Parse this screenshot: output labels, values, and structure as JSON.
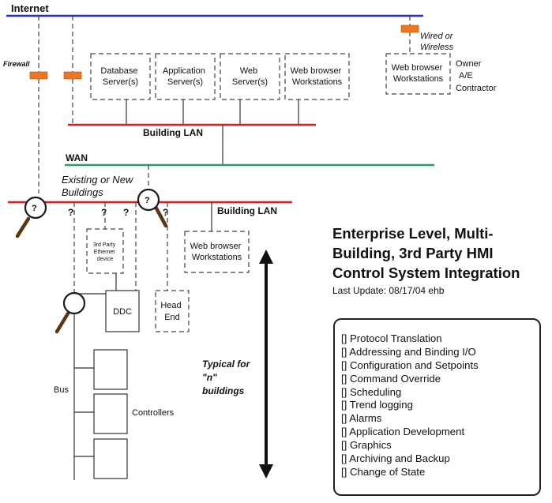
{
  "colors": {
    "internet_line": "#2a2ad6",
    "lan_line": "#e01b1b",
    "wan_line": "#2f9a6b",
    "firewall": "#ee7622"
  },
  "labels": {
    "internet": "Internet",
    "firewall": "Firewall",
    "wired_or_wireless": [
      "Wired or",
      "Wireless"
    ],
    "building_lan_top": "Building LAN",
    "building_lan_lower": "Building LAN",
    "wan": "WAN",
    "existing_or_new_buildings": [
      "Existing or New",
      "Buildings"
    ],
    "bus": "Bus",
    "controllers": "Controllers",
    "typical": [
      "Typical for",
      "\"n\"",
      "buildings"
    ],
    "owner_group": [
      "Owner",
      "A/E",
      "Contractor"
    ],
    "question_mark": "?"
  },
  "boxes": {
    "database_servers": [
      "Database",
      "Server(s)"
    ],
    "application_servers": [
      "Application",
      "Server(s)"
    ],
    "web_servers": [
      "Web",
      "Server(s)"
    ],
    "web_browser_top": [
      "Web browser",
      "Workstations"
    ],
    "web_browser_remote": [
      "Web browser",
      "Workstations"
    ],
    "third_party_device": [
      "3rd Party",
      "Ethernet",
      "device"
    ],
    "web_browser_lower": [
      "Web browser",
      "Workstations"
    ],
    "ddc": "DDC",
    "head_end": [
      "Head",
      "End"
    ]
  },
  "title": {
    "lines": [
      "Enterprise Level, Multi-",
      "Building, 3rd Party HMI",
      "Control System Integration"
    ],
    "last_update": "Last Update: 08/17/04 ehb"
  },
  "checklist": [
    "[] Protocol Translation",
    "[] Addressing and Binding I/O",
    "[] Configuration and Setpoints",
    "[] Command Override",
    "[] Scheduling",
    "[] Trend logging",
    "[] Alarms",
    "[] Application Development",
    "[] Graphics",
    "[] Archiving and Backup",
    "[] Change of State"
  ]
}
